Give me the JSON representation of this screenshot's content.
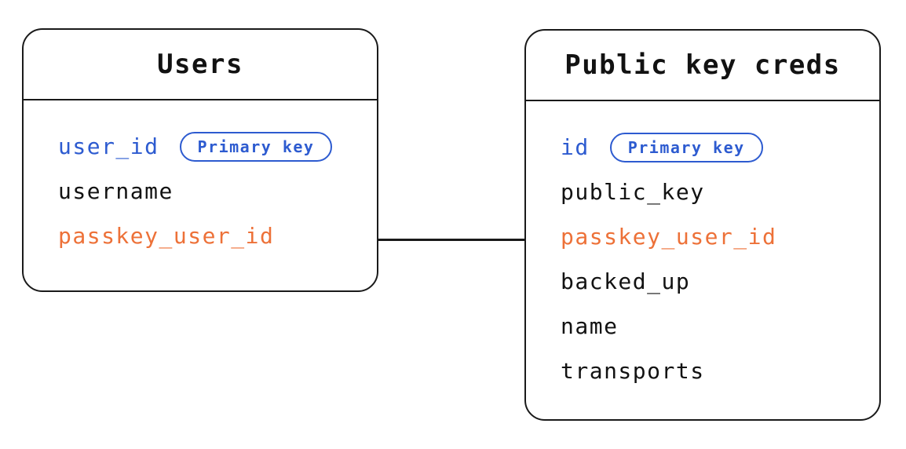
{
  "diagram": {
    "colors": {
      "border": "#1a1a1a",
      "primary": "#2d5bd0",
      "foreign": "#ed7138",
      "text": "#121212",
      "bg": "#ffffff"
    },
    "entities": [
      {
        "title": "Users",
        "fields": [
          {
            "name": "user_id",
            "color": "primary",
            "badge": "Primary key"
          },
          {
            "name": "username",
            "color": "default"
          },
          {
            "name": "passkey_user_id",
            "color": "foreign"
          }
        ]
      },
      {
        "title": "Public key creds",
        "fields": [
          {
            "name": "id",
            "color": "primary",
            "badge": "Primary key"
          },
          {
            "name": "public_key",
            "color": "default"
          },
          {
            "name": "passkey_user_id",
            "color": "foreign"
          },
          {
            "name": "backed_up",
            "color": "default"
          },
          {
            "name": "name",
            "color": "default"
          },
          {
            "name": "transports",
            "color": "default"
          }
        ]
      }
    ],
    "relationship": {
      "from": "Users.passkey_user_id",
      "to": "Public key creds.passkey_user_id"
    }
  }
}
